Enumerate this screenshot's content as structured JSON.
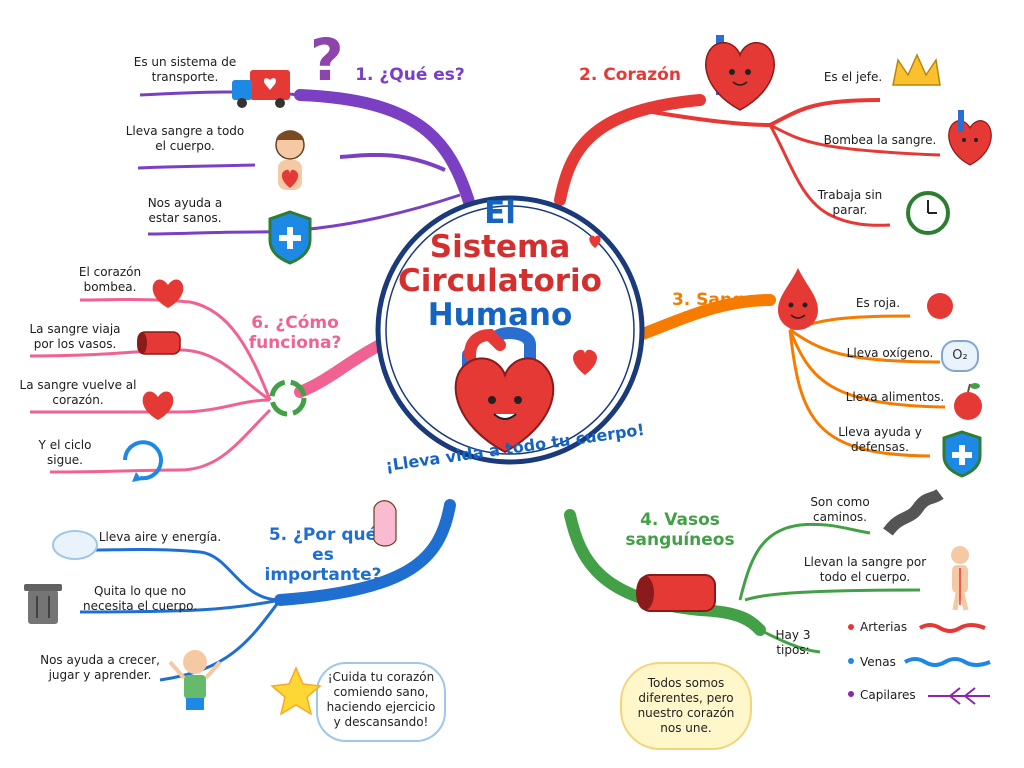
{
  "center": {
    "title_line1": "El",
    "title_line2": "Sistema",
    "title_line3": "Circulatorio",
    "title_line4": "Humano",
    "slogan": "¡Lleva vida a todo tu cuerpo!"
  },
  "branches": {
    "que_es": {
      "title": "1. ¿Qué es?",
      "color": "#7b3fc4",
      "items": [
        "Es un sistema de transporte.",
        "Lleva sangre a todo el cuerpo.",
        "Nos ayuda a estar sanos."
      ]
    },
    "corazon": {
      "title": "2. Corazón",
      "color": "#e53935",
      "items": [
        "Es el jefe.",
        "Bombea la sangre.",
        "Trabaja sin parar."
      ]
    },
    "sangre": {
      "title": "3. Sangre",
      "color": "#f57c00",
      "items": [
        "Es roja.",
        "Lleva oxígeno.",
        "Lleva alimentos.",
        "Lleva ayuda y defensas."
      ],
      "oxygen_symbol": "O₂"
    },
    "vasos": {
      "title": "4. Vasos sanguíneos",
      "color": "#43a047",
      "items": [
        "Son como caminos.",
        "Llevan la sangre por todo el cuerpo."
      ],
      "tipos_label": "Hay 3 tipos:",
      "tipos": [
        "Arterias",
        "Venas",
        "Capilares"
      ],
      "tipo_colors": [
        "#e53935",
        "#1e88e5",
        "#8e24aa"
      ]
    },
    "importante": {
      "title": "5. ¿Por qué es importante?",
      "color": "#1e6fd0",
      "items": [
        "Lleva aire y energía.",
        "Quita lo que no necesita el cuerpo.",
        "Nos ayuda a crecer, jugar y aprender."
      ],
      "tip": "¡Cuida tu corazón comiendo sano, haciendo ejercicio y descansando!"
    },
    "como_funciona": {
      "title": "6. ¿Cómo funciona?",
      "color": "#f06292",
      "items": [
        "El corazón bombea.",
        "La sangre viaja por los vasos.",
        "La sangre vuelve al corazón.",
        "Y el ciclo sigue."
      ]
    }
  },
  "bubble_text": "Todos somos diferentes, pero nuestro corazón nos une."
}
